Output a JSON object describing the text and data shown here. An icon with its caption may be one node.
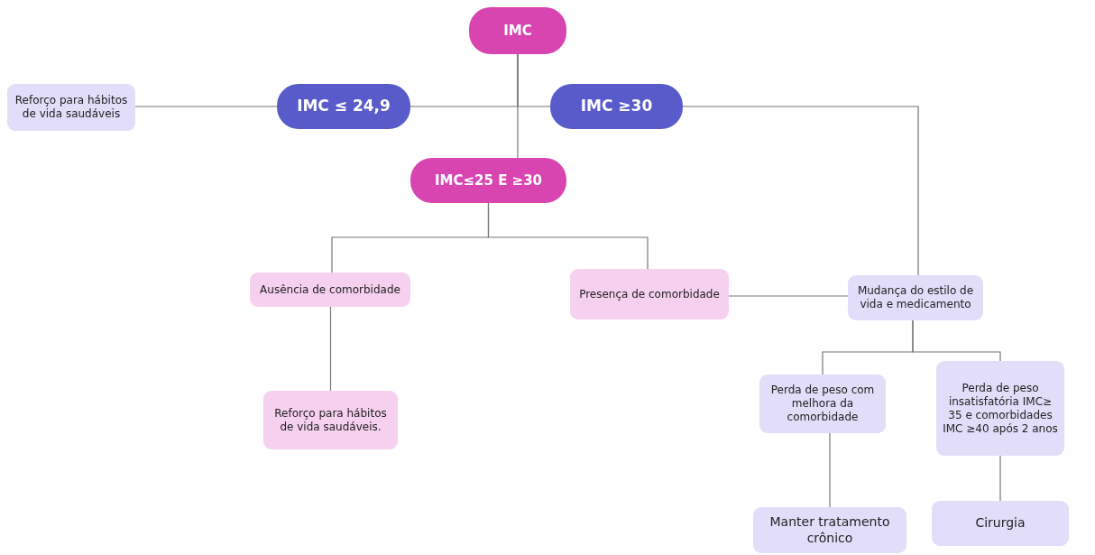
{
  "diagram": {
    "nodes": [
      {
        "text": [
          "IMC"
        ]
      },
      {
        "text": [
          "Reforço para hábitos de vida saudáveis"
        ]
      },
      {
        "text": [
          "IMC ≤ 24,9"
        ]
      },
      {
        "text": [
          "IMC ≥30"
        ]
      },
      {
        "text": [
          "IMC≤25 E ≥30"
        ]
      },
      {
        "text": [
          "Ausência de comorbidade"
        ]
      },
      {
        "text": [
          "Presença de comorbidade"
        ]
      },
      {
        "text": [
          "Mudança do estilo de vida e medicamento"
        ]
      },
      {
        "text": [
          "Reforço para hábitos de vida saudáveis."
        ]
      },
      {
        "text": [
          "Perda de peso com melhora da comorbidade"
        ]
      },
      {
        "text": [
          "Perda de peso insatisfatória IMC≥ 35 e comorbidades IMC ≥40 após 2 anos"
        ]
      },
      {
        "text": [
          "Manter tratamento crônico"
        ]
      },
      {
        "text": [
          "Cirurgia"
        ]
      }
    ],
    "edges": [
      {
        "from": 0,
        "to": 2,
        "arrow": "none"
      },
      {
        "from": 0,
        "to": 3,
        "arrow": "none"
      },
      {
        "from": 0,
        "to": 4,
        "arrow": "none"
      },
      {
        "from": 2,
        "to": 1,
        "arrow": "none"
      },
      {
        "from": 3,
        "to": 7,
        "arrow": "none"
      },
      {
        "from": 4,
        "to": 5,
        "arrow": "none"
      },
      {
        "from": 4,
        "to": 6,
        "arrow": "none"
      },
      {
        "from": 6,
        "to": 7,
        "arrow": "none"
      },
      {
        "from": 5,
        "to": 8,
        "arrow": "none"
      },
      {
        "from": 7,
        "to": 9,
        "arrow": "none"
      },
      {
        "from": 7,
        "to": 10,
        "arrow": "none"
      },
      {
        "from": 9,
        "to": 11,
        "arrow": "none"
      },
      {
        "from": 10,
        "to": 12,
        "arrow": "none"
      }
    ]
  }
}
